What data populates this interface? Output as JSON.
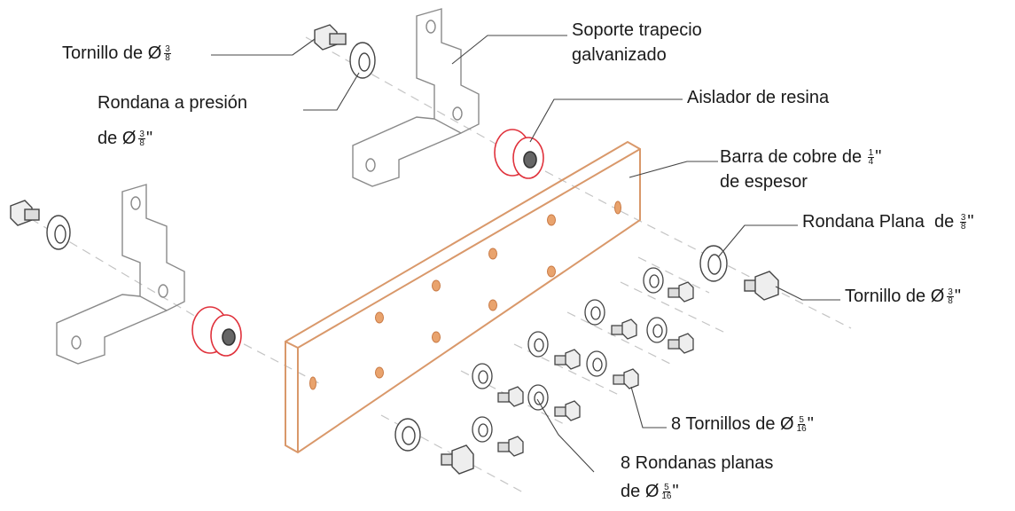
{
  "labels": {
    "tornillo_top": {
      "text": "Tornillo de",
      "sym": "Ø",
      "num": "3",
      "den": "8",
      "suffix": ""
    },
    "rondana_presion_1": {
      "text": "Rondana a presión"
    },
    "rondana_presion_2": {
      "text": "de",
      "sym": "Ø",
      "num": "3",
      "den": "8",
      "suffix": "\""
    },
    "soporte_1": {
      "text": "Soporte trapecio"
    },
    "soporte_2": {
      "text": "galvanizado"
    },
    "aislador": {
      "text": "Aislador de resina"
    },
    "barra_1": {
      "text": "Barra de cobre de",
      "num": "1",
      "den": "4",
      "suffix": "\""
    },
    "barra_2": {
      "text": "de espesor"
    },
    "rondana_plana": {
      "text": "Rondana Plana  de",
      "num": "3",
      "den": "8",
      "suffix": "\""
    },
    "tornillo_right": {
      "text": "Tornillo de",
      "sym": "Ø",
      "num": "3",
      "den": "8",
      "suffix": "\""
    },
    "tornillos_8": {
      "text": "8 Tornillos de",
      "sym": "Ø",
      "num": "5",
      "den": "16",
      "suffix": "\""
    },
    "rondanas_8_1": {
      "text": "8 Rondanas planas"
    },
    "rondanas_8_2": {
      "text": "de",
      "sym": "Ø",
      "num": "5",
      "den": "16",
      "suffix": "\""
    }
  },
  "colors": {
    "copper": "#d9986a",
    "resin": "#e0323c",
    "line": "#555555",
    "dash": "#bdbdbd"
  }
}
